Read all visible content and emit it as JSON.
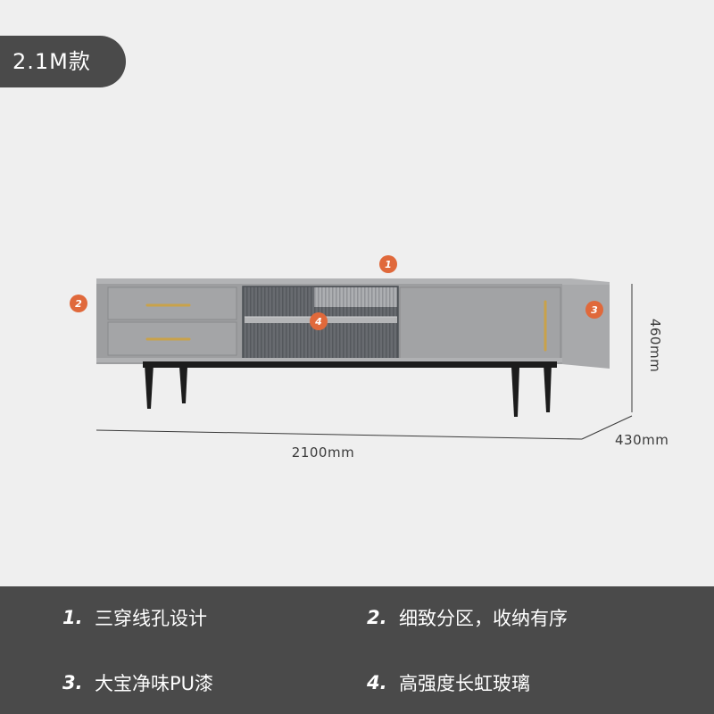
{
  "badge": {
    "label": "2.1M款"
  },
  "callouts": [
    {
      "number": "1"
    },
    {
      "number": "2"
    },
    {
      "number": "3"
    },
    {
      "number": "4"
    }
  ],
  "dimensions": {
    "width": "2100mm",
    "height": "460mm",
    "depth": "430mm"
  },
  "features": [
    {
      "index": "1.",
      "text": "三穿线孔设计"
    },
    {
      "index": "2.",
      "text": "细致分区，收纳有序"
    },
    {
      "index": "3.",
      "text": "大宝净味PU漆"
    },
    {
      "index": "4.",
      "text": "高强度长虹玻璃"
    }
  ],
  "colors": {
    "background": "#efefef",
    "panel": "#4a4a4a",
    "callout_accent": "#e0693b",
    "cabinet": "#9d9ea0",
    "handle_gold": "#c9a24a",
    "legs": "#1c1c1c"
  }
}
